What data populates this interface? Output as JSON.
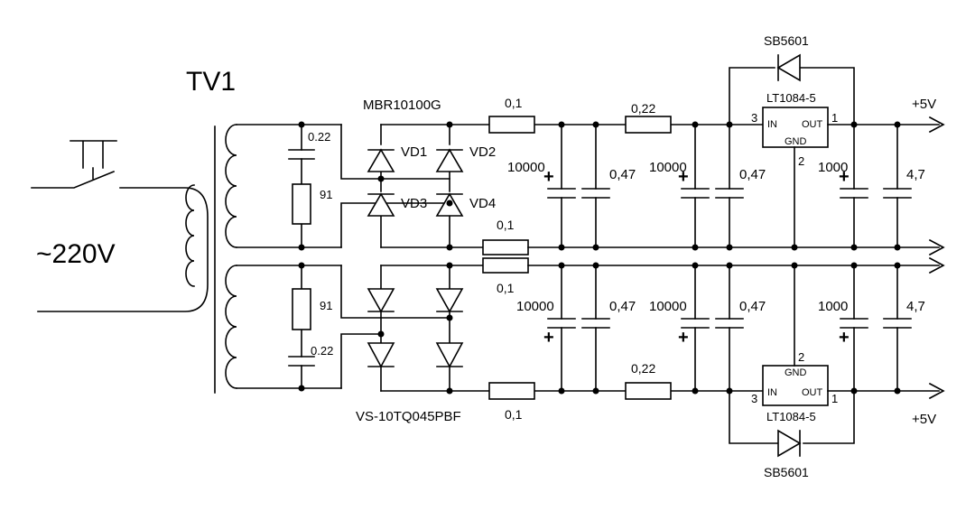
{
  "labels": {
    "transformer": "TV1",
    "mains": "~220V",
    "rect_top_part": "MBR10100G",
    "rect_bottom_part": "VS-10TQ045PBF",
    "vd1": "VD1",
    "vd2": "VD2",
    "vd3": "VD3",
    "vd4": "VD4",
    "snub_top_c": "0.22",
    "snub_top_r": "91",
    "snub_bot_r": "91",
    "snub_bot_c": "0.22",
    "r_top_1": "0,1",
    "r_top_2": "0,22",
    "r_mid_a": "0,1",
    "r_mid_b": "0,1",
    "r_bot_1": "0,1",
    "r_bot_2": "0,22",
    "c_top_1": "10000",
    "c_top_2": "0,47",
    "c_top_3": "10000",
    "c_top_4": "0,47",
    "c_top_5": "1000",
    "c_top_6": "4,7",
    "c_bot_1": "10000",
    "c_bot_2": "0,47",
    "c_bot_3": "10000",
    "c_bot_4": "0,47",
    "c_bot_5": "1000",
    "c_bot_6": "4,7",
    "plus": "+",
    "reg_top_part": "LT1084-5",
    "reg_bot_part": "LT1084-5",
    "reg_in": "IN",
    "reg_out": "OUT",
    "reg_gnd": "GND",
    "pin_in": "3",
    "pin_out": "1",
    "pin_gnd": "2",
    "diode_top": "SB5601",
    "diode_bot": "SB5601",
    "out_top": "+5V",
    "out_bot": "+5V"
  }
}
